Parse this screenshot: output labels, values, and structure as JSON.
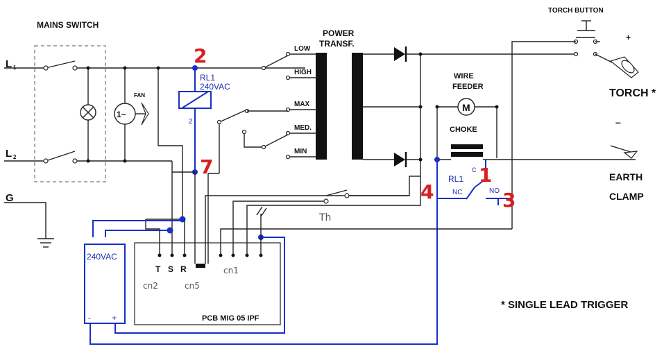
{
  "labels": {
    "mains_switch": "MAINS SWITCH",
    "l1": "L",
    "l1_sub": "1",
    "l2": "L",
    "l2_sub": "2",
    "g": "G",
    "fan": "FAN",
    "fan_sym": "1~",
    "rl1": "RL1",
    "rl1_voltage": "240VAC",
    "rl1_pin": "2",
    "power_transf_1": "POWER",
    "power_transf_2": "TRANSF.",
    "low": "LOW",
    "high": "HIGH",
    "max": "MAX",
    "med": "MED.",
    "min": "MIN",
    "wire_feeder_1": "WIRE",
    "wire_feeder_2": "FEEDER",
    "motor": "M",
    "choke": "CHOKE",
    "torch_button": "TORCH BUTTON",
    "torch": "TORCH *",
    "plus": "+",
    "minus": "–",
    "earth_clamp_1": "EARTH",
    "earth_clamp_2": "CLAMP",
    "relay2_name": "RL1",
    "relay2_c": "C",
    "relay2_nc": "NC",
    "relay2_no": "NO",
    "th": "Th",
    "supply": "240VAC",
    "supply_minus": "-",
    "supply_plus": "+",
    "t": "T",
    "s": "S",
    "r": "R",
    "cn1": "cn1",
    "cn2": "cn2",
    "cn5": "cn5",
    "pcb": "PCB MIG 05 IPF",
    "single_lead": "* SINGLE LEAD TRIGGER"
  },
  "annotations": {
    "n2": "2",
    "n7": "7",
    "n1": "1",
    "n4": "4",
    "n3": "3"
  },
  "colors": {
    "annotation": "#d82020",
    "added_wiring": "#1730c8",
    "wiring": "#222222"
  }
}
